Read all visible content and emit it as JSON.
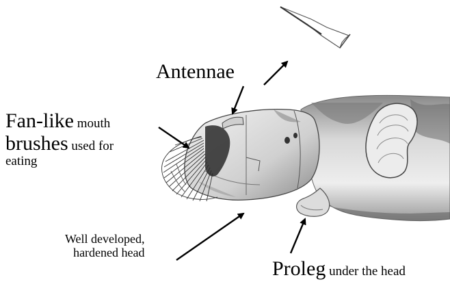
{
  "labels": {
    "antennae": "Antennae",
    "fan_big1": "Fan-like",
    "fan_small1": " mouth",
    "fan_big2": "brushes",
    "fan_small2": " used for",
    "fan_small3": "eating",
    "head_line1": "Well developed,",
    "head_line2": "hardened head",
    "proleg_big": "Proleg",
    "proleg_small": " under the head"
  },
  "colors": {
    "ink": "#000000",
    "body_light": "#e6e6e6",
    "body_dark": "#7a7a7a",
    "body_mid": "#b5b5b5"
  }
}
